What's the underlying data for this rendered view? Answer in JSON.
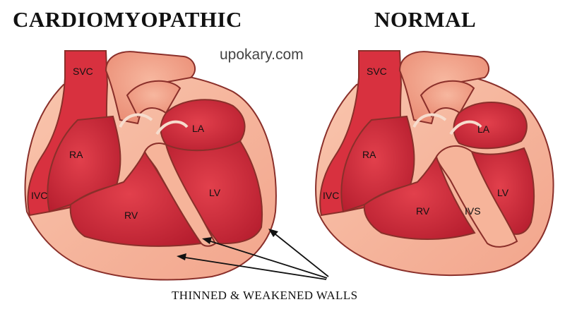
{
  "titles": {
    "left": "CARDIOMYOPATHIC",
    "right": "NORMAL"
  },
  "watermark": "upokary.com",
  "caption": "THINNED & WEAKENED WALLS",
  "left_heart": {
    "svc": "SVC",
    "ra": "RA",
    "ivc": "IVC",
    "rv": "RV",
    "la": "LA",
    "lv": "LV"
  },
  "right_heart": {
    "svc": "SVC",
    "ra": "RA",
    "ivc": "IVC",
    "rv": "RV",
    "ivs": "IVS",
    "la": "LA",
    "lv": "LV"
  },
  "colors": {
    "chamber": "#d42a3a",
    "chamber_dark": "#a8182a",
    "chamber_light": "#e8515d",
    "wall": "#f6b49a",
    "outline": "#8a2f2a",
    "vessel": "#d8313f"
  }
}
